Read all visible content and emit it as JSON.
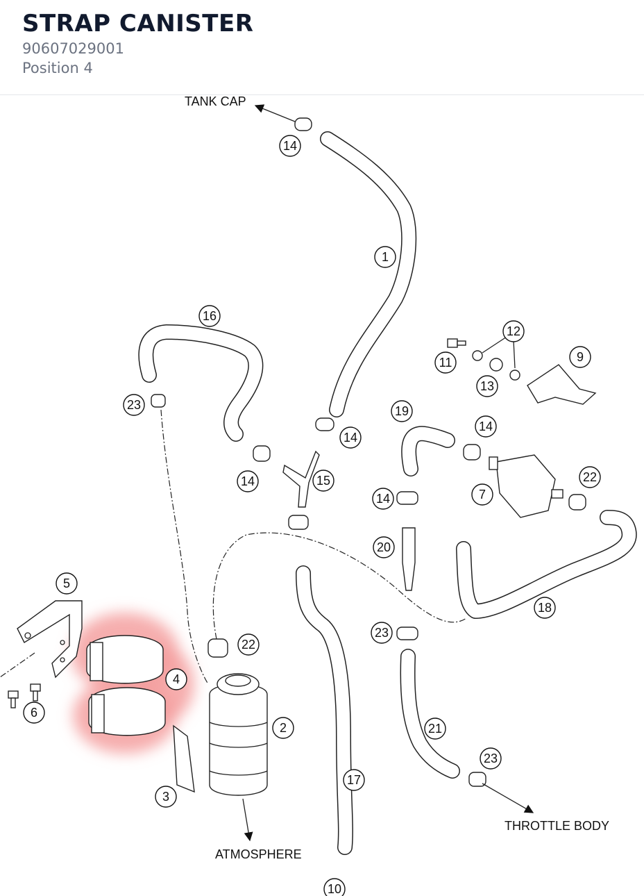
{
  "header": {
    "title": "STRAP CANISTER",
    "part_number": "90607029001",
    "position": "Position 4"
  },
  "diagram": {
    "labels": {
      "tank_cap": "TANK CAP",
      "atmosphere": "ATMOSPHERE",
      "throttle_body": "THROTTLE BODY"
    },
    "callouts": [
      "14",
      "1",
      "16",
      "12",
      "11",
      "9",
      "13",
      "23",
      "19",
      "14",
      "14",
      "15",
      "22",
      "7",
      "14",
      "14",
      "20",
      "18",
      "5",
      "22",
      "23",
      "4",
      "2",
      "6",
      "3",
      "21",
      "23",
      "17",
      "10"
    ],
    "highlight_color": "#f4a0a0",
    "highlighted_item": "4"
  }
}
